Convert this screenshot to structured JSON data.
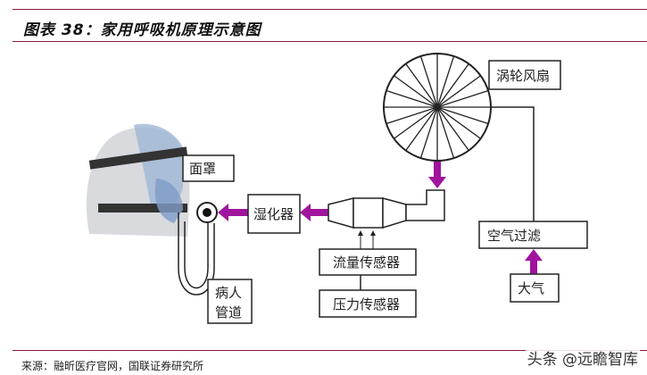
{
  "title": "图表 38：家用呼吸机原理示意图",
  "source": "来源：融昕医疗官网，国联证券研究所",
  "watermark": "头条 @远瞻智库",
  "colors": {
    "rule": "#8b1a3a",
    "arrow": "#a0149e"
  },
  "diagram": {
    "fan": "涡轮风扇",
    "mask": "面罩",
    "humidifier": "湿化器",
    "tube": [
      "病人",
      "管道"
    ],
    "flow_sensor": "流量传感器",
    "pressure_sensor": "压力传感器",
    "air_filter": "空气过滤",
    "atmosphere": "大气"
  }
}
